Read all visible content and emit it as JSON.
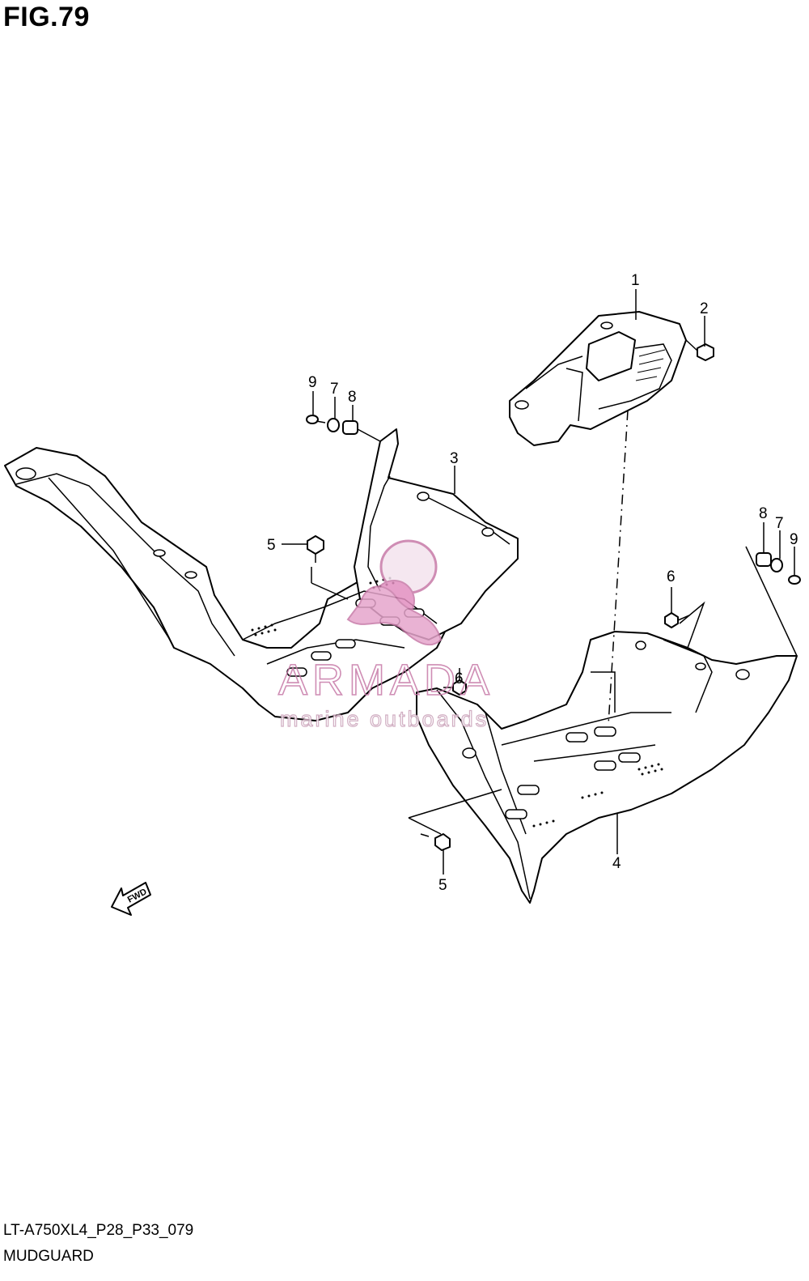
{
  "figure": {
    "title": "FIG.79",
    "code": "LT-A750XL4_P28_P33_079",
    "section": "MUDGUARD"
  },
  "callouts": {
    "c1": "1",
    "c2": "2",
    "c3": "3",
    "c4": "4",
    "c5a": "5",
    "c5b": "5",
    "c6a": "6",
    "c6b": "6",
    "c7a": "7",
    "c7b": "7",
    "c8a": "8",
    "c8b": "8",
    "c9a": "9",
    "c9b": "9"
  },
  "direction_arrow": {
    "label": "FWD"
  },
  "watermark": {
    "brand": "ARMADA",
    "tagline": "marine outboards",
    "color": "#c77aa8"
  }
}
